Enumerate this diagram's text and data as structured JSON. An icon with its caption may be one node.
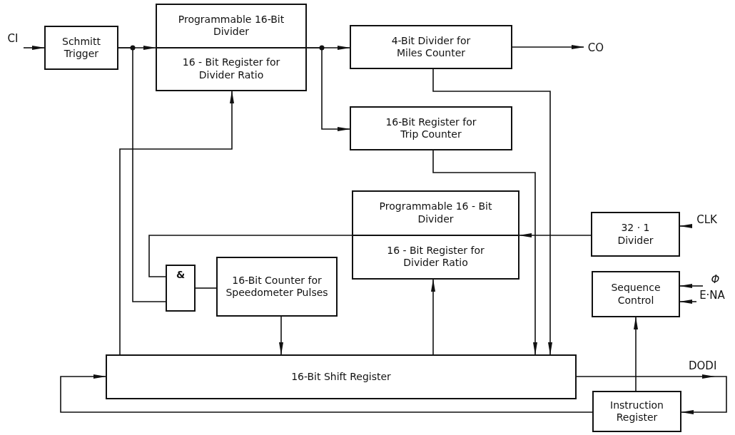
{
  "diagram": {
    "nodes": [
      {
        "text": [
          "CI"
        ]
      },
      {
        "text": [
          "Schmitt Trigger"
        ]
      },
      {
        "text": [
          "Programmable 16-Bit Divider",
          "16 - Bit Register for Divider Ratio"
        ]
      },
      {
        "text": [
          "4-Bit Divider for Miles Counter"
        ]
      },
      {
        "text": [
          "CO"
        ]
      },
      {
        "text": [
          "16-Bit Register for Trip Counter"
        ]
      },
      {
        "text": [
          "Programmable 16 - Bit Divider",
          "16 - Bit Register for Divider Ratio"
        ]
      },
      {
        "text": [
          "32 · 1 Divider"
        ]
      },
      {
        "text": [
          "CLK"
        ]
      },
      {
        "text": [
          "&"
        ]
      },
      {
        "text": [
          "16-Bit Counter for Speedometer Pulses"
        ]
      },
      {
        "text": [
          "Sequence Control"
        ]
      },
      {
        "text": [
          "Φ"
        ]
      },
      {
        "text": [
          "E·NA"
        ]
      },
      {
        "text": [
          "16-Bit Shift Register"
        ]
      },
      {
        "text": [
          "Instruction Register"
        ]
      }
    ],
    "edges": [
      {
        "from": 0,
        "to": 1,
        "arrow": "to"
      },
      {
        "from": 1,
        "to": 2,
        "arrow": "to"
      },
      {
        "from": 1,
        "to": 9,
        "arrow": "none"
      },
      {
        "from": 2,
        "to": 3,
        "arrow": "to"
      },
      {
        "from": 2,
        "to": 5,
        "arrow": "to"
      },
      {
        "from": 3,
        "to": 4,
        "arrow": "to"
      },
      {
        "from": 3,
        "to": 14,
        "arrow": "to"
      },
      {
        "from": 5,
        "to": 14,
        "arrow": "to"
      },
      {
        "from": 14,
        "to": 2,
        "arrow": "to"
      },
      {
        "from": 14,
        "to": 6,
        "arrow": "to"
      },
      {
        "from": 10,
        "to": 14,
        "arrow": "to"
      },
      {
        "from": 7,
        "to": 6,
        "arrow": "to"
      },
      {
        "from": 6,
        "to": 9,
        "arrow": "none"
      },
      {
        "from": 9,
        "to": 10,
        "arrow": "none"
      },
      {
        "from": 8,
        "to": 7,
        "arrow": "to"
      },
      {
        "from": 12,
        "to": 11,
        "arrow": "to"
      },
      {
        "from": 13,
        "to": 11,
        "arrow": "to"
      },
      {
        "from": 15,
        "to": 11,
        "arrow": "to"
      },
      {
        "from": 14,
        "to": 15,
        "arrow": "to",
        "label": "DODI"
      },
      {
        "from": 15,
        "to": 14,
        "arrow": "to"
      }
    ]
  }
}
